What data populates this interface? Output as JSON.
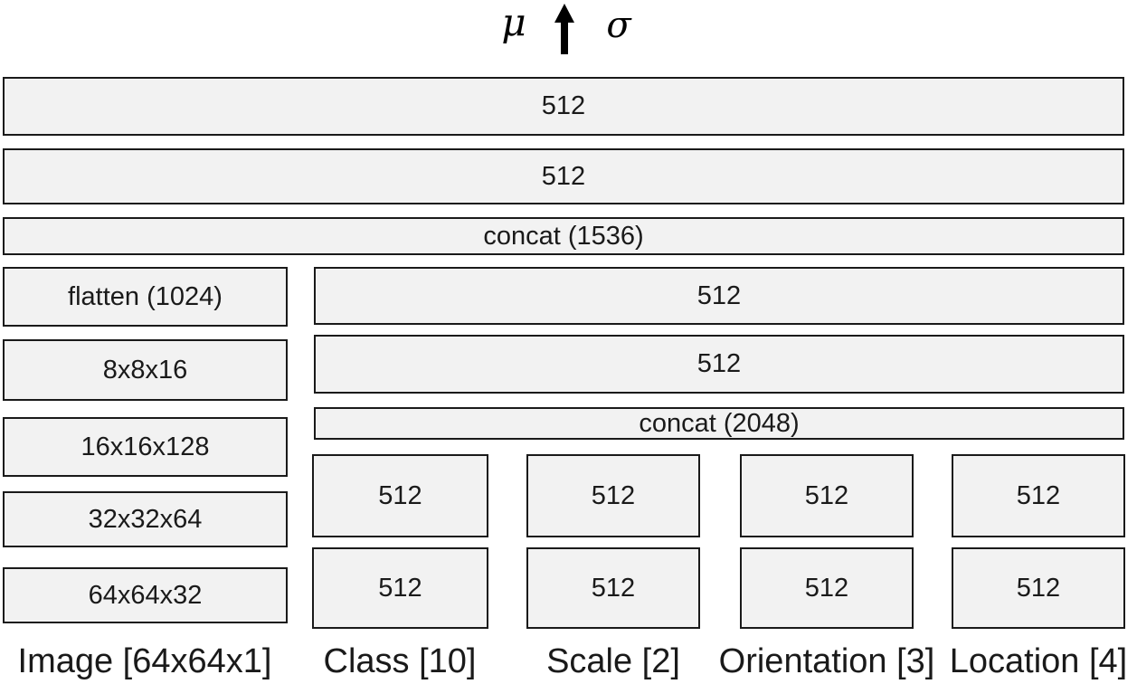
{
  "colors": {
    "background": "#ffffff",
    "box_fill": "#f2f2f2",
    "box_border": "#1a1a1a",
    "text": "#1a1a1a"
  },
  "header": {
    "mu": "μ",
    "sigma": "σ",
    "arrow_icon": "up-arrow"
  },
  "trunk": {
    "rows": [
      "512",
      "512",
      "concat (1536)"
    ]
  },
  "image_branch": {
    "boxes": [
      "flatten (1024)",
      "8x8x16",
      "16x16x128",
      "32x32x64",
      "64x64x32"
    ],
    "label": "Image [64x64x1]"
  },
  "factor_branch": {
    "rows": [
      "512",
      "512",
      "concat (2048)"
    ],
    "columns": [
      {
        "label": "Class [10]",
        "boxes": [
          "512",
          "512"
        ]
      },
      {
        "label": "Scale [2]",
        "boxes": [
          "512",
          "512"
        ]
      },
      {
        "label": "Orientation [3]",
        "boxes": [
          "512",
          "512"
        ]
      },
      {
        "label": "Location [4]",
        "boxes": [
          "512",
          "512"
        ]
      }
    ]
  }
}
